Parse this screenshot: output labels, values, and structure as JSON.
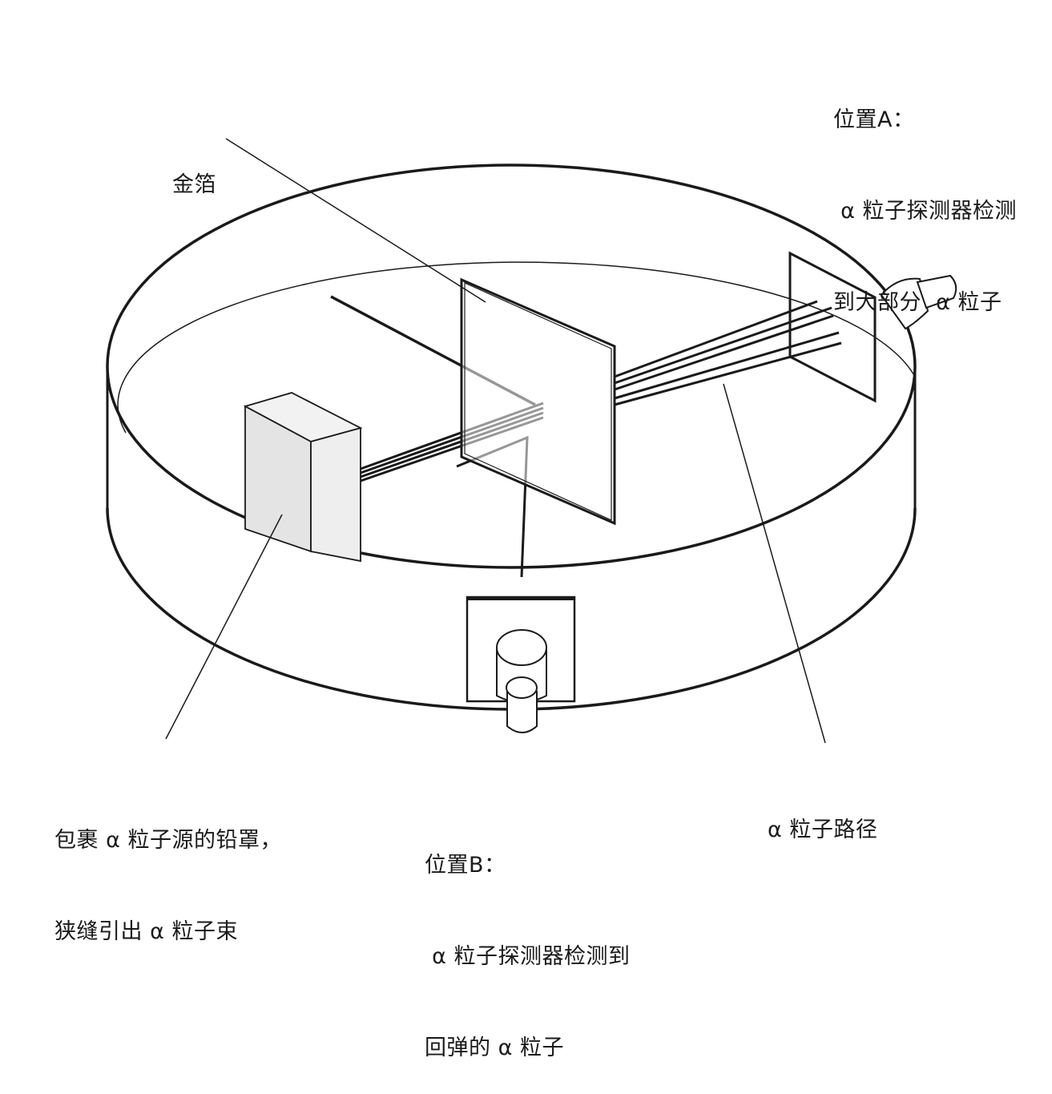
{
  "labels": {
    "gold_foil": "金箔",
    "position_a": {
      "line1": "位置A：",
      "line2": " α 粒子探测器检测",
      "line3": "到大部分  α 粒子"
    },
    "lead_box": {
      "line1": "包裹 α 粒子源的铅罩，",
      "line2": "狭缝引出 α 粒子束"
    },
    "particle_path": "α 粒子路径",
    "position_b": {
      "line1": "位置B：",
      "line2": " α 粒子探测器检测到",
      "line3": "回弹的 α 粒子"
    }
  },
  "colors": {
    "stroke": "#1a1a1a",
    "box_front": "#e4e4e4",
    "box_side": "#eeeeee",
    "box_top": "#f2f2f2",
    "background": "#ffffff"
  }
}
